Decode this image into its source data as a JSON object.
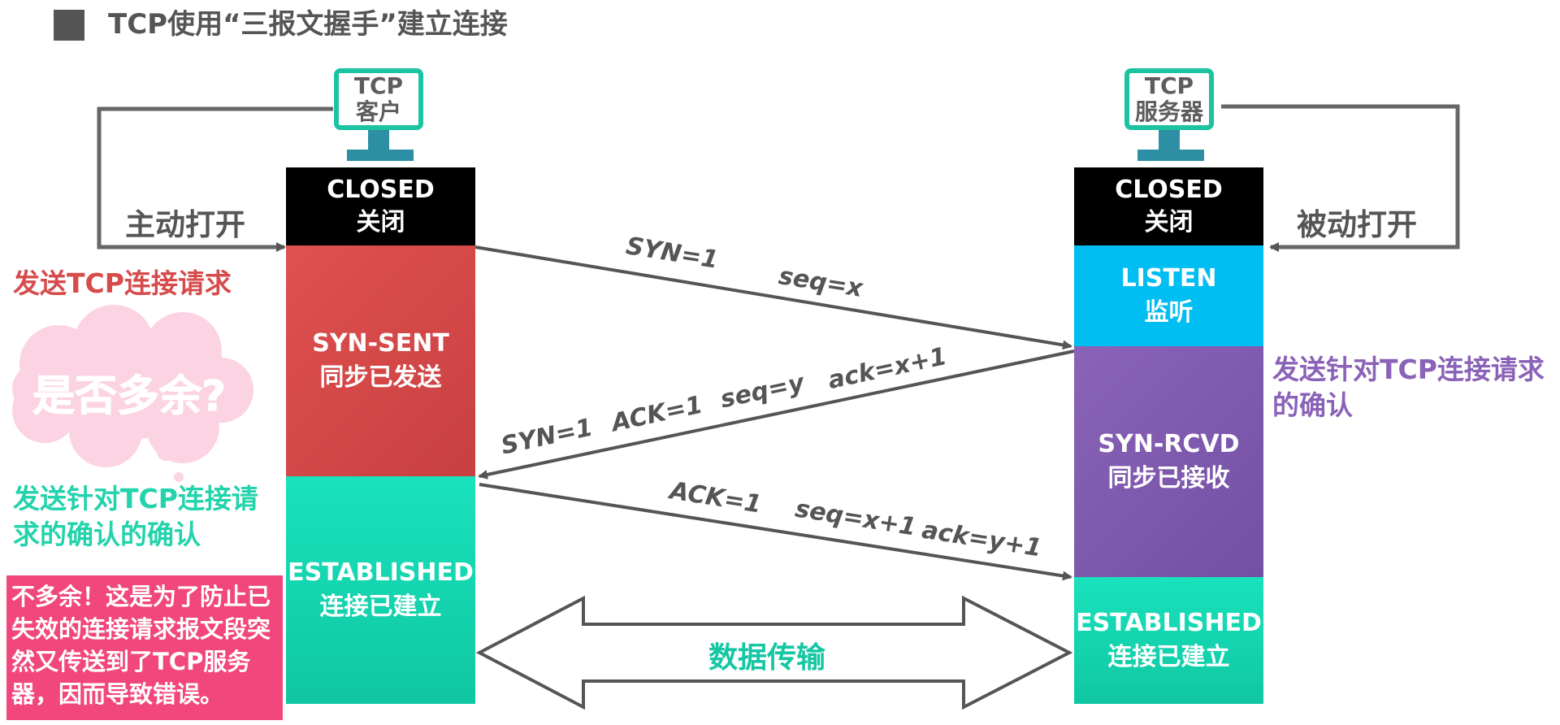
{
  "title": "TCP使用“三报文握手”建立连接",
  "client": {
    "monitor_line1": "TCP",
    "monitor_line2": "客户",
    "open_label": "主动打开",
    "closed_en": "CLOSED",
    "closed_cn": "关闭",
    "syn_sent_en": "SYN-SENT",
    "syn_sent_cn": "同步已发送",
    "established_en": "ESTABLISHED",
    "established_cn": "连接已建立"
  },
  "server": {
    "monitor_line1": "TCP",
    "monitor_line2": "服务器",
    "open_label": "被动打开",
    "closed_en": "CLOSED",
    "closed_cn": "关闭",
    "listen_en": "LISTEN",
    "listen_cn": "监听",
    "syn_rcvd_en": "SYN-RCVD",
    "syn_rcvd_cn": "同步已接收",
    "established_en": "ESTABLISHED",
    "established_cn": "连接已建立"
  },
  "annotations": {
    "send_request": "发送TCP连接请求",
    "cloud_question": "是否多余?",
    "confirm_confirm": "发送针对TCP连接请求的确认的确认",
    "confirm": "发送针对TCP连接请求的确认",
    "pink_explanation": "不多余！这是为了防止已失效的连接请求报文段突然又传送到了TCP服务器，因而导致错误。"
  },
  "messages": {
    "m1_syn": "SYN=1",
    "m1_seq": "seq=x",
    "m2_syn": "SYN=1",
    "m2_ack": "ACK=1",
    "m2_seq": "seq=y",
    "m2_acknum": "ack=x+1",
    "m3_ack": "ACK=1",
    "m3_seq": "seq=x+1",
    "m3_acknum": "ack=y+1"
  },
  "data_transfer": "数据传输",
  "colors": {
    "closed": "#000000",
    "syn_sent": "#d94848",
    "established": "#14d6b0",
    "listen": "#00bdf2",
    "syn_rcvd": "#7f5aad",
    "monitor": "#1bc3a1",
    "pink": "#f1477c"
  }
}
